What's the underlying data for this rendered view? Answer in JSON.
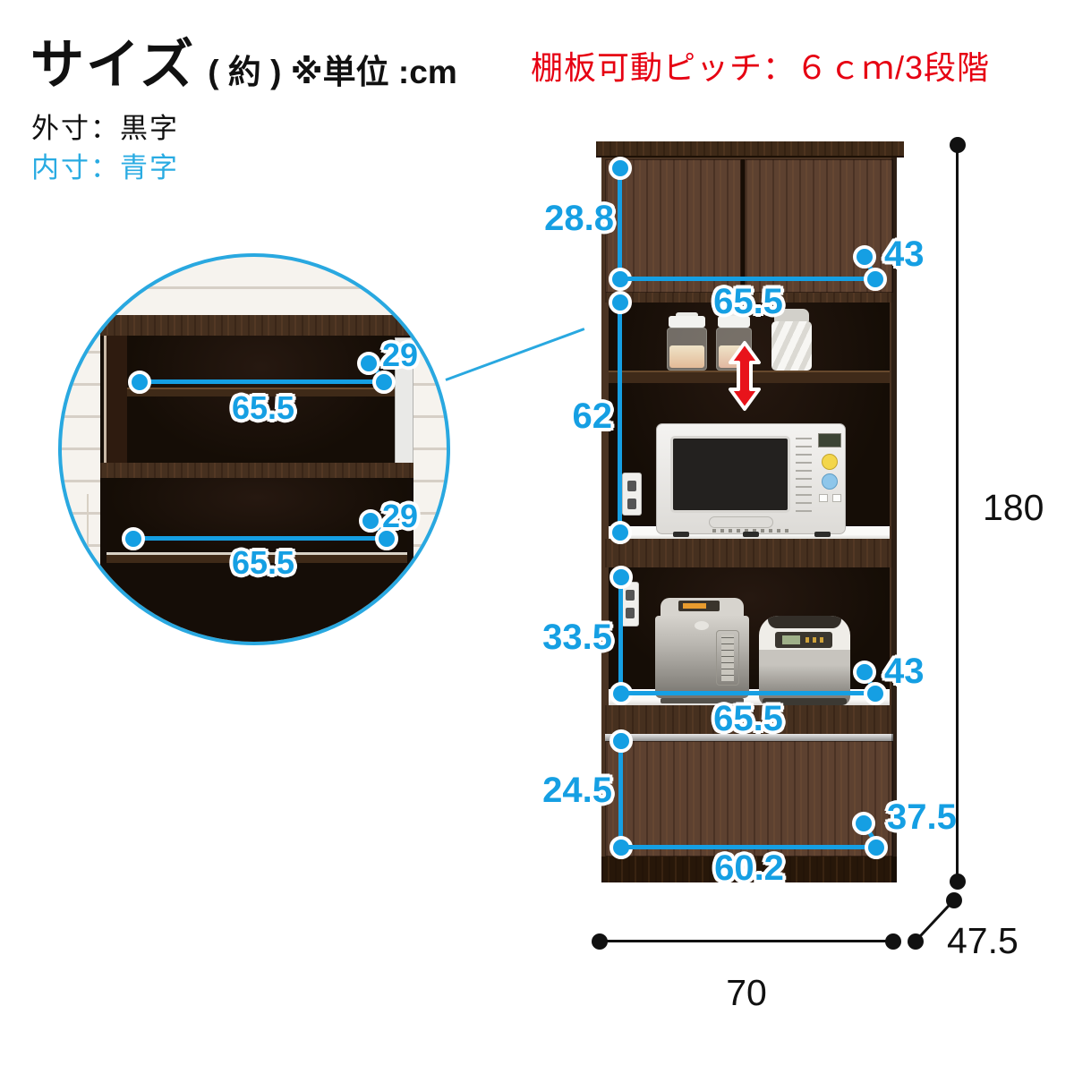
{
  "header": {
    "title": "サイズ",
    "title_note": "( 約 ) ※単位 :cm",
    "shelf_pitch_note": "棚板可動ピッチ：６ｃｍ/3段階",
    "legend_outer": "外寸：黒字",
    "legend_inner": "内寸：青字"
  },
  "colors": {
    "dimension_blue": "#159fe3",
    "legend_blue": "#29abe2",
    "note_red": "#e60012",
    "dimension_black": "#111111",
    "cabinet_wood": "#5d4130"
  },
  "dimensions": {
    "unit": "cm",
    "upper_cabinet": {
      "inner_height": "28.8",
      "inner_width": "65.5",
      "inner_depth": "43"
    },
    "middle_open": {
      "inner_height": "62"
    },
    "appliance_shelf": {
      "inner_height": "33.5",
      "inner_width": "65.5",
      "inner_depth": "43"
    },
    "drawer": {
      "inner_height": "24.5",
      "inner_width": "60.2",
      "inner_depth": "37.5"
    },
    "overall": {
      "height": "180",
      "width": "70",
      "depth": "47.5"
    }
  },
  "inset": {
    "upper_shelf": {
      "depth": "29",
      "width": "65.5"
    },
    "lower_shelf": {
      "depth": "29",
      "width": "65.5"
    }
  }
}
